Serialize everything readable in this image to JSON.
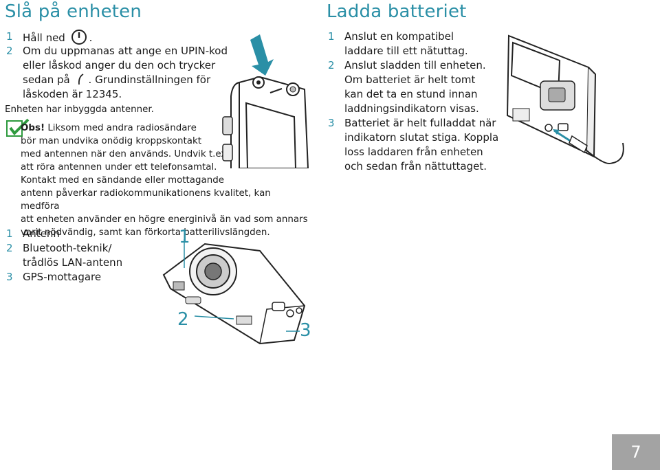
{
  "left": {
    "title": "Slå på enheten",
    "steps": [
      {
        "n": "1",
        "a": "Håll ned",
        "b": "."
      },
      {
        "n": "2",
        "l1": "Om du uppmanas att ange en UPIN-kod",
        "l2": "eller låskod anger du den och trycker",
        "l3a": "sedan på",
        "l3b": ". Grundinställningen för",
        "l4": "låskoden är 12345."
      }
    ],
    "antenna_line": "Enheten har inbyggda antenner.",
    "note": {
      "label": "Obs!",
      "l1": "Liksom med andra radiosändare",
      "l2": "bör man undvika onödig kroppskontakt",
      "l3": "med antennen när den används. Undvik t.ex.",
      "l4": "att röra antennen under ett telefonsamtal.",
      "l5": "Kontakt med en sändande eller mottagande",
      "l6": "antenn påverkar radiokommunikationens kvalitet, kan medföra",
      "l7": "att enheten använder en högre energinivå än vad som annars",
      "l8": "varit nödvändig, samt kan förkorta batterilivslängden."
    },
    "parts": [
      {
        "n": "1",
        "l1": "Antenn"
      },
      {
        "n": "2",
        "l1": "Bluetooth-teknik/",
        "l2": "trådlös LAN-antenn"
      },
      {
        "n": "3",
        "l1": "GPS-mottagare"
      }
    ],
    "callouts": [
      "1",
      "2",
      "3"
    ]
  },
  "right": {
    "title": "Ladda batteriet",
    "steps": [
      {
        "n": "1",
        "l1": "Anslut en kompatibel",
        "l2": "laddare till ett nätuttag."
      },
      {
        "n": "2",
        "l1": "Anslut sladden till enheten.",
        "l2": "Om batteriet är helt tomt",
        "l3": "kan det ta en stund innan",
        "l4": "laddningsindikatorn visas."
      },
      {
        "n": "3",
        "l1": "Batteriet är helt fulladdat när",
        "l2": "indikatorn slutat stiga. Koppla",
        "l3": "loss laddaren från enheten",
        "l4": "och sedan från nättuttaget."
      }
    ]
  },
  "page_number": "7",
  "colors": {
    "accent": "#2a8fa6",
    "note_icon": "#2e9a3e",
    "page_box": "#a3a3a3"
  }
}
